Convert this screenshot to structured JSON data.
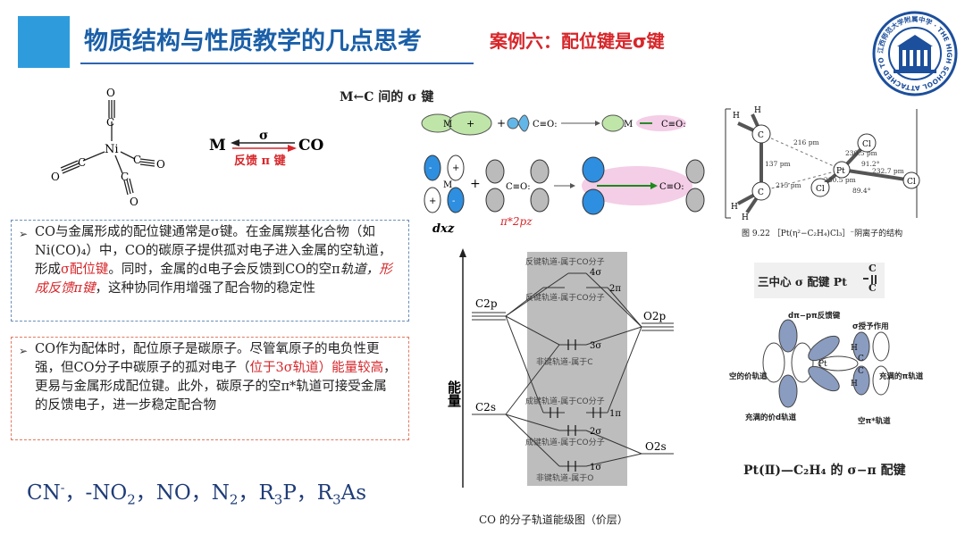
{
  "header": {
    "title": "物质结构与性质教学的几点思考",
    "case_title": "案例六：配位键是σ键",
    "accent_color": "#2e9cdc",
    "title_color": "#1a5fa8",
    "case_color": "#d7262a"
  },
  "logo": {
    "ring_text": "江西师范大学附属中学 · THE HIGH SCHOOL ATTACHED TO JXNU"
  },
  "ni_co4": {
    "center": "Ni",
    "ligands": [
      "C",
      "O"
    ]
  },
  "bond_scheme": {
    "left": "M",
    "right": "CO",
    "top_label": "σ",
    "bottom_label": "反馈 π 键"
  },
  "sigma_panel": {
    "title": "M←C 间的 σ 键",
    "signs": [
      "+",
      "-"
    ],
    "atom_m": "M",
    "co_label": "C≡O:",
    "dxz": "dxz",
    "pi_star": "π*2pz"
  },
  "box1": {
    "bullet": "➢",
    "parts": [
      {
        "t": "CO与金属形成的配位键通常是σ键。在金属羰基化合物（如Ni(CO)₄）中，CO的碳原子提供孤对电子进入金属的空轨道，形成",
        "s": ""
      },
      {
        "t": "σ配位键",
        "s": "red"
      },
      {
        "t": "。同时，金属的d电子会反馈到CO的空π",
        "s": ""
      },
      {
        "t": "轨道，",
        "s": "em"
      },
      {
        "t": "形成反馈π键",
        "s": "red em"
      },
      {
        "t": "，这种协同作用增强了配合物的稳定性",
        "s": ""
      }
    ]
  },
  "box2": {
    "bullet": "➢",
    "parts": [
      {
        "t": "CO作为配体时，配位原子是碳原子。尽管氧原子的电负性更强，但CO分子中碳原子的孤对电子（",
        "s": ""
      },
      {
        "t": "位于3σ轨道）能量较高",
        "s": "red"
      },
      {
        "t": "，更易与金属形成配位键。此外，碳原子的空π*轨道可接受金属的反馈电子，进一步稳定配合物",
        "s": ""
      }
    ]
  },
  "ligands_line": {
    "cn": "CN",
    "cn_sup": "-",
    "sep": "，",
    "no2": "-NO",
    "no2_sub": "2",
    "no": "NO",
    "n2": "N",
    "n2_sub": "2",
    "r3p": "R",
    "r3p_sub": "3",
    "r3p_end": "P",
    "r3as": "R",
    "r3as_sub": "3",
    "r3as_end": "As"
  },
  "mo_diagram": {
    "ylabel": "能量",
    "caption": "CO 的分子轨道能级图（价层）",
    "left_levels": [
      "C2p",
      "C2s"
    ],
    "right_levels": [
      "O2p",
      "O2s"
    ],
    "orbitals": [
      "4σ",
      "2π",
      "3σ",
      "1π",
      "2σ",
      "1σ"
    ],
    "notes": [
      "反键轨道-属于CO分子",
      "反键轨道-属于CO分子",
      "非键轨道-属于C",
      "成键轨道-属于CO分子",
      "成键轨道-属于CO分子",
      "非键轨道-属于O"
    ]
  },
  "zeise_structure": {
    "atoms": [
      "H",
      "C",
      "Pt",
      "Cl"
    ],
    "distances": [
      "216 pm",
      "137 pm",
      "215 pm",
      "230.5 pm",
      "230.5 pm",
      "232.7 pm"
    ],
    "angles": [
      "91.2°",
      "89.4°"
    ],
    "caption": "图 9.22 ［Pt(η²−C₂H₄)Cl₃］⁻阴离子的结构"
  },
  "three_center": {
    "text": "三中心 σ 配键 Pt",
    "c": "C"
  },
  "sigma_pi_diagram": {
    "labels": [
      "dπ−pπ反馈键",
      "σ授予作用",
      "空的价轨道",
      "充满的π轨道",
      "充满的价d轨道",
      "空π*轨道"
    ],
    "pt": "Pt",
    "h": "H",
    "c": "C",
    "caption": "Pt(Ⅱ)—C₂H₄ 的 σ−π 配键"
  }
}
